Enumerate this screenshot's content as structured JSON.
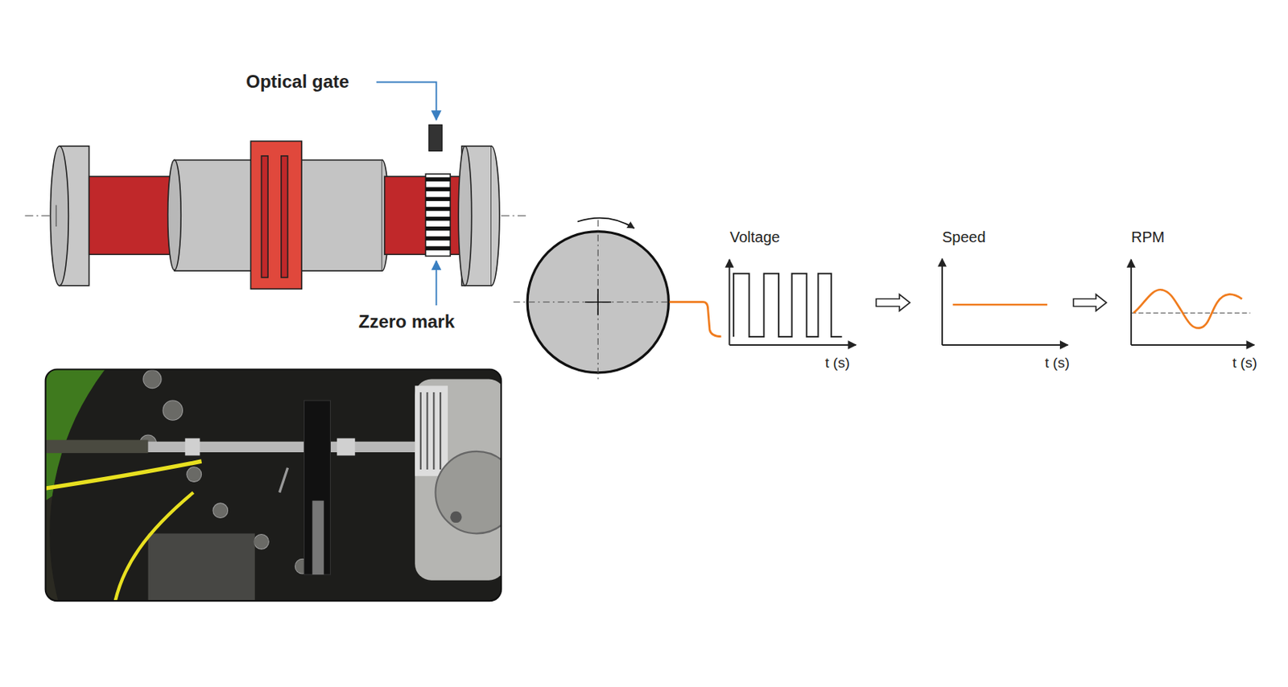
{
  "diagram": {
    "nodes": [
      {
        "text": [
          "Voltage",
          "t (s)"
        ]
      },
      {
        "text": [
          "Speed",
          "t (s)"
        ]
      },
      {
        "text": [
          "RPM",
          "t (s)"
        ]
      }
    ],
    "edges": [
      {
        "from": 0,
        "to": 1,
        "arrow": "to"
      },
      {
        "from": 1,
        "to": 2,
        "arrow": "to"
      }
    ],
    "labels": [
      "Optical gate",
      "Zzero mark"
    ]
  }
}
